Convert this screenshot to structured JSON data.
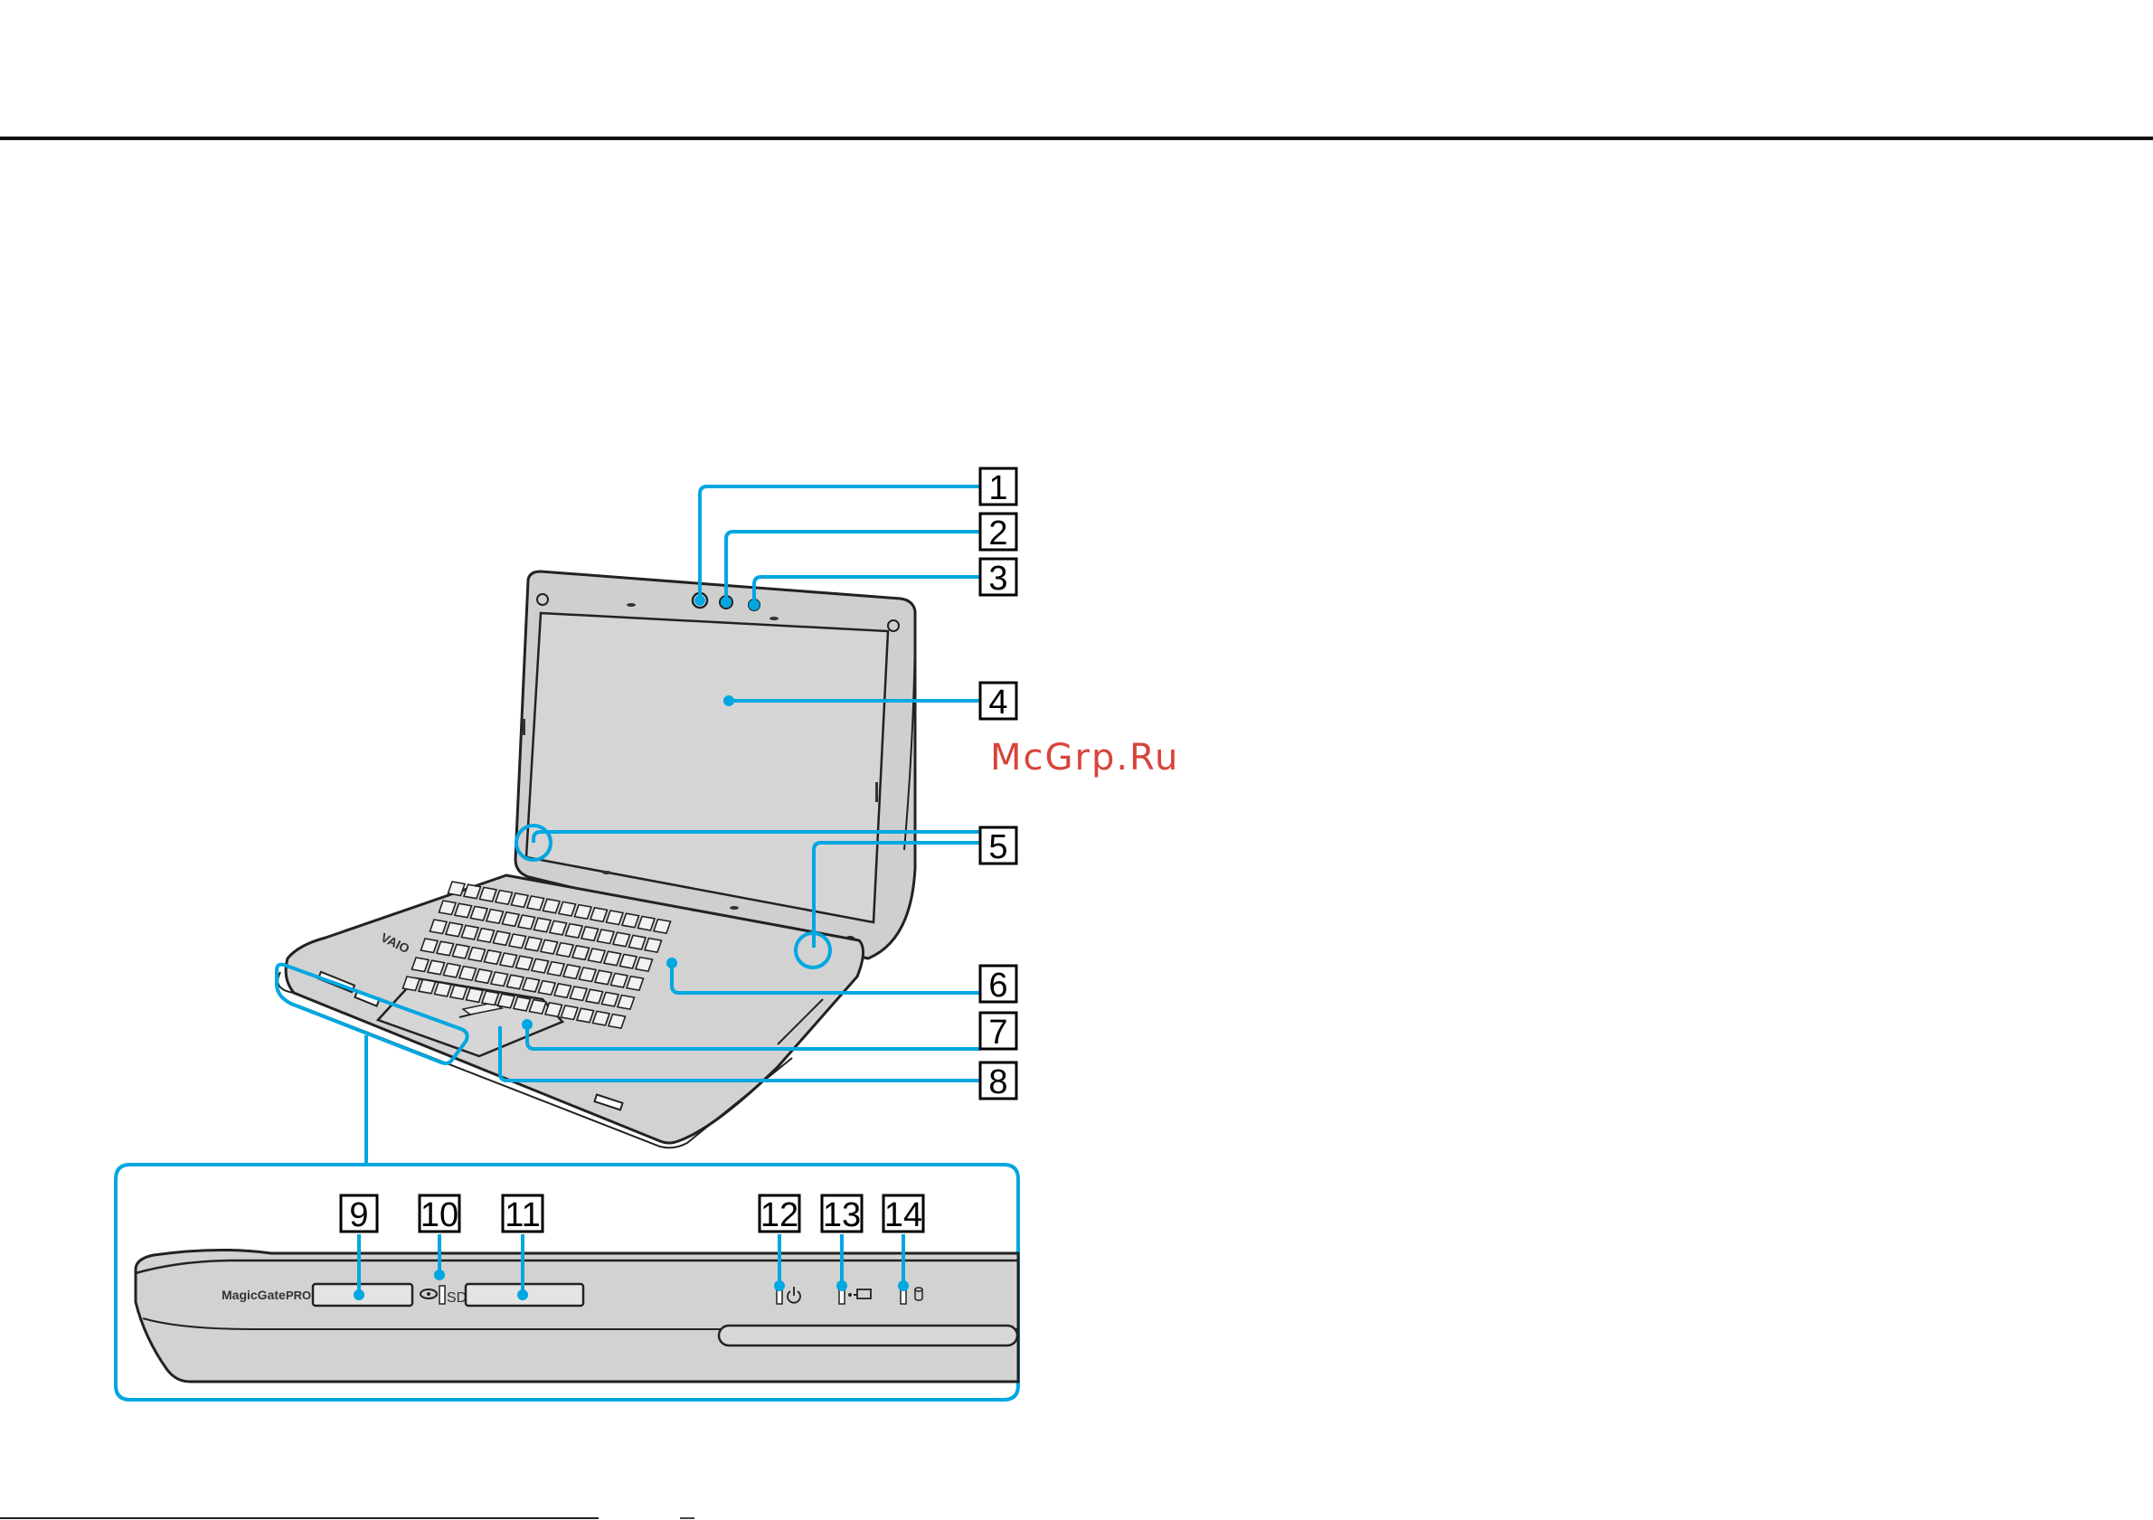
{
  "watermark": "McGrp.Ru",
  "callouts": {
    "c1": "1",
    "c2": "2",
    "c3": "3",
    "c4": "4",
    "c5": "5",
    "c6": "6",
    "c7": "7",
    "c8": "8",
    "c9": "9",
    "c10": "10",
    "c11": "11",
    "c12": "12",
    "c13": "13",
    "c14": "14"
  },
  "front_panel": {
    "magicgate_label": "MagicGate",
    "pro_label": "PRO",
    "sd_label": "SD"
  },
  "laptop": {
    "logo": "VAIO"
  },
  "colors": {
    "callout_line": "#00a7e1",
    "rule": "#111111",
    "watermark": "#d8433a"
  },
  "icons": [
    "power-indicator-icon",
    "charge-indicator-icon",
    "disk-drive-indicator-icon",
    "memory-stick-icon"
  ]
}
